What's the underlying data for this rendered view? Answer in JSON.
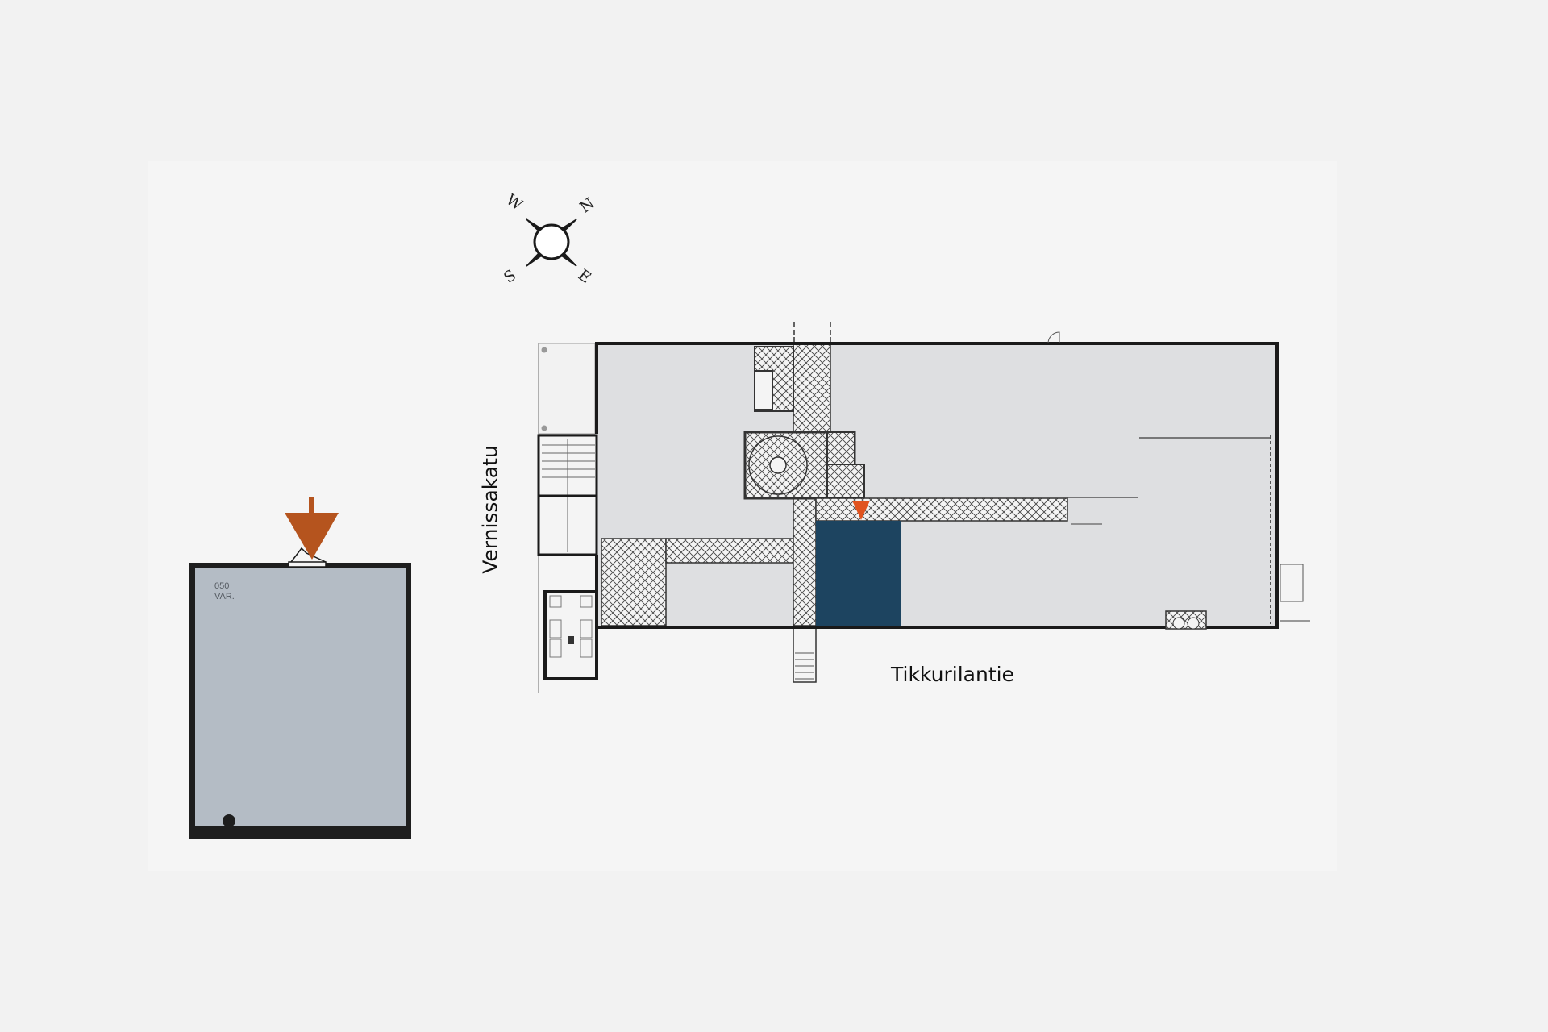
{
  "streets": {
    "west": "Vernissakatu",
    "south": "Tikkurilantie"
  },
  "compass": {
    "north": "N",
    "east": "E",
    "south": "S",
    "west": "W"
  },
  "unit": {
    "number": "050",
    "type": "VAR.",
    "fill_color": "#b4bcc5"
  },
  "highlight": {
    "fill_color": "#1d4460",
    "marker_color": "#e0531f"
  },
  "entrance_marker_color": "#b5541e",
  "floorplan": {
    "room_fill": "#dedfe1",
    "wall_color": "#1a1a1a"
  }
}
